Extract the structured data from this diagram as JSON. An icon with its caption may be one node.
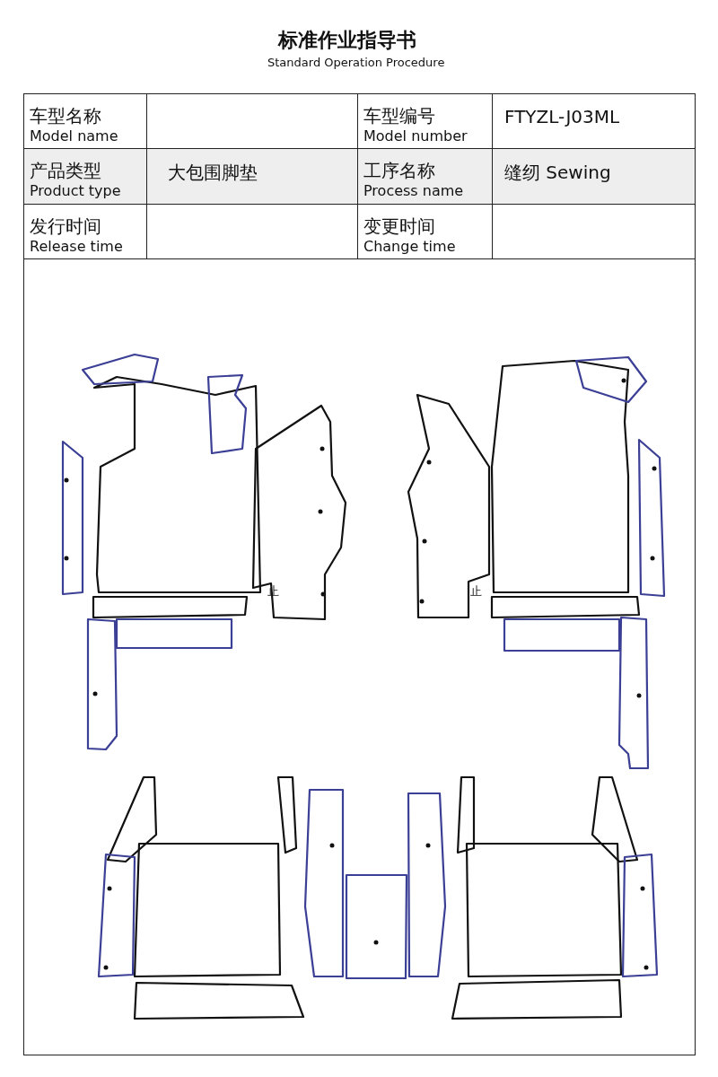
{
  "diagram": {
    "title": "标准作业指导书",
    "labels": [
      "Standard Operation Procedure",
      "车型名称",
      "Model name",
      "车型编号",
      "Model number",
      "FTYZL-J03ML",
      "产品类型",
      "Product type",
      "大包围脚垫",
      "工序名称",
      "Process name",
      "缝纫 Sewing",
      "发行时间",
      "Release time",
      "变更时间",
      "Change time",
      "止",
      "止"
    ]
  }
}
